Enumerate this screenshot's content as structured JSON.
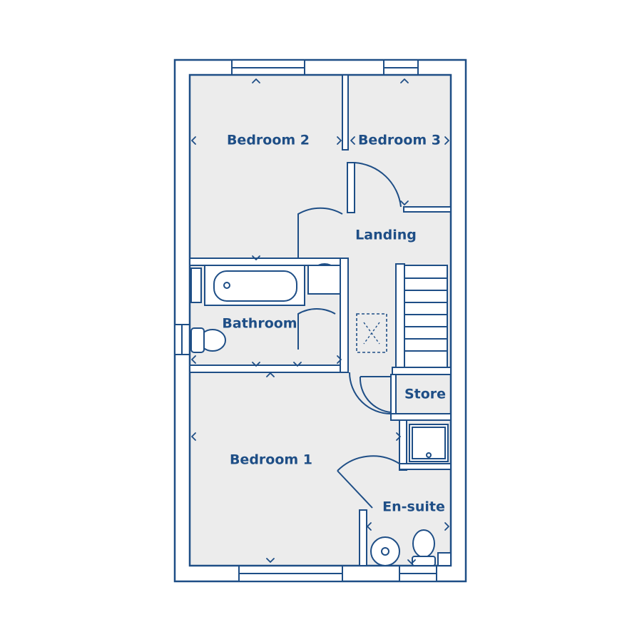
{
  "colors": {
    "line": "#1e4e86",
    "floor": "#ececec",
    "background": "#ffffff"
  },
  "rooms": {
    "bedroom_2": "Bedroom 2",
    "bedroom_3": "Bedroom 3",
    "landing": "Landing",
    "bathroom": "Bathroom",
    "store": "Store",
    "bedroom_1": "Bedroom 1",
    "en_suite": "En-suite"
  }
}
